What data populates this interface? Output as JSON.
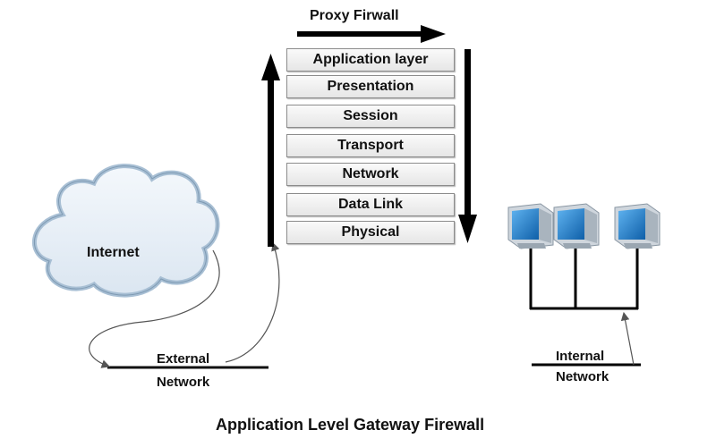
{
  "diagram": {
    "title": "Application Level Gateway Firewall",
    "proxy_label": "Proxy Firwall",
    "layers": [
      "Application layer",
      "Presentation",
      "Session",
      "Transport",
      "Network",
      "Data Link",
      "Physical"
    ],
    "cloud_label": "Internet",
    "external_network": {
      "line1": "External",
      "line2": "Network"
    },
    "internal_network": {
      "line1": "Internal",
      "line2": "Network"
    },
    "computers": 3,
    "colors": {
      "cloud_fill": "#e6eef7",
      "cloud_stroke": "#a8bfd4",
      "arrow": "#000000",
      "monitor_screen": "#1f7fd0",
      "monitor_body": "#cfd6dd"
    }
  }
}
